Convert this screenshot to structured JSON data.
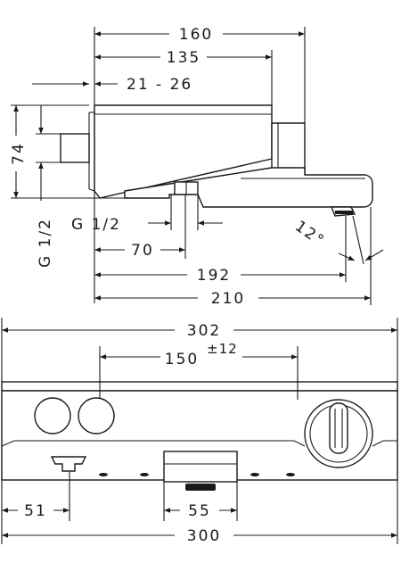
{
  "side_view": {
    "dim_160": "160",
    "dim_135": "135",
    "dim_21_26": "21 - 26",
    "dim_74": "74",
    "dim_g12_vertical": "G 1/2",
    "dim_g12_horizontal": "G 1/2",
    "dim_70": "70",
    "dim_12deg": "12°",
    "dim_192": "192",
    "dim_210": "210"
  },
  "front_view": {
    "dim_302": "302",
    "dim_150": "150",
    "dim_150_tolerance": "±12",
    "dim_51": "51",
    "dim_55": "55",
    "dim_300": "300"
  }
}
